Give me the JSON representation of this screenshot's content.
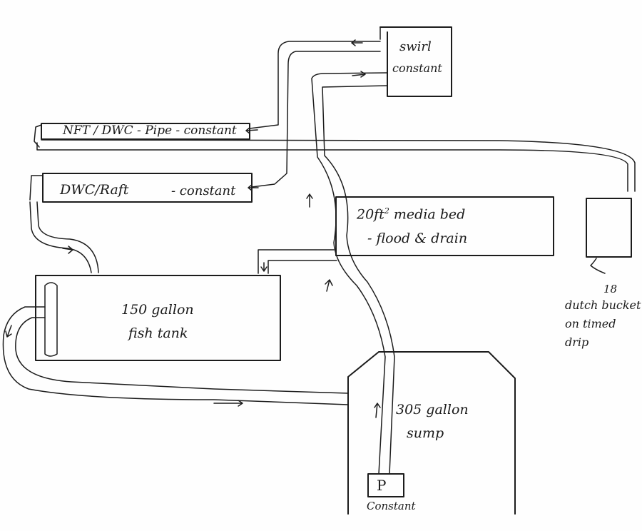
{
  "diagram": {
    "nft_pipe": {
      "label": "NFT / DWC - Pipe - constant"
    },
    "dwc_raft": {
      "label": "DWC/Raft",
      "suffix": "- constant"
    },
    "swirl": {
      "line1": "swirl",
      "line2": "constant"
    },
    "media_bed": {
      "line1": "20ft",
      "sup": "2",
      "line1b": " media bed",
      "line2": "- flood & drain"
    },
    "fish_tank": {
      "line1": "150 gallon",
      "line2": "fish tank"
    },
    "sump": {
      "line1": "305 gallon",
      "line2": "sump"
    },
    "pump": {
      "letter": "P",
      "note": "Constant"
    },
    "dutch_buckets": {
      "count": "18",
      "line1": "dutch bucket",
      "line2": "on timed",
      "line3": "drip"
    }
  }
}
